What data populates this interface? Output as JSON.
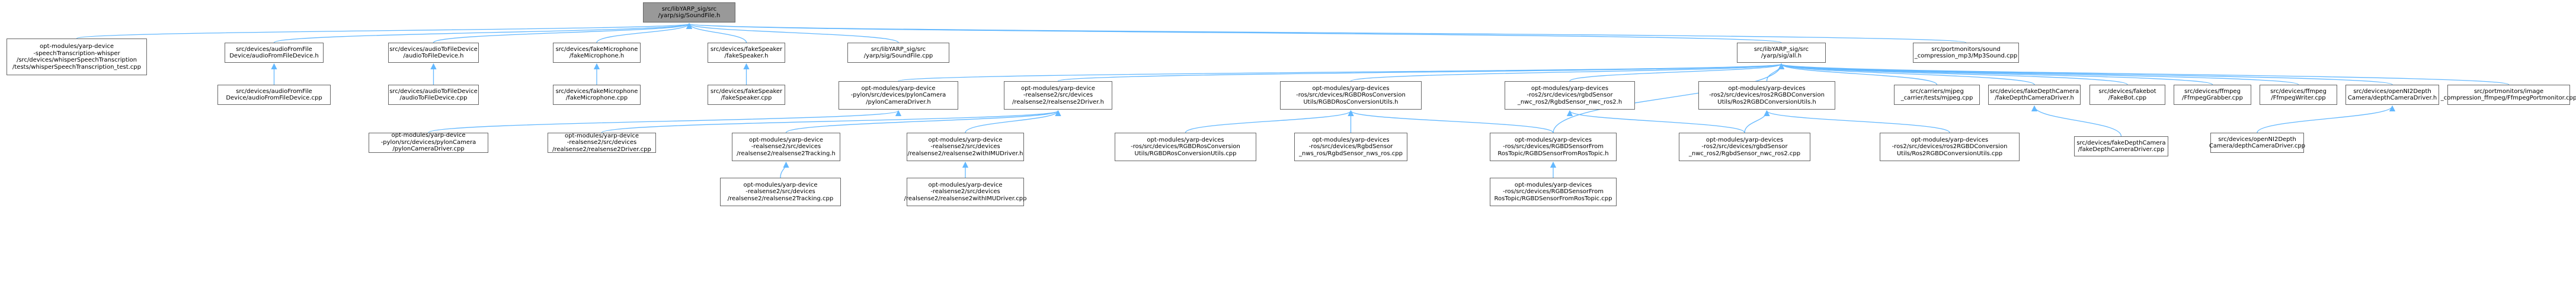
{
  "colors": {
    "edge": "#63b8ff",
    "border": "#666666",
    "root_fill": "#999999",
    "fill": "#ffffff",
    "text": "#000000"
  },
  "nodes": {
    "root": "src/libYARP_sig/src\n/yarp/sig/SoundFile.h",
    "whisper_cpp": "opt-modules/yarp-device\n-speechTranscription-whisper\n/src/devices/whisperSpeechTranscription\n/tests/whisperSpeechTranscription_test.cpp",
    "audioFromFile_h": "src/devices/audioFromFile\nDevice/audioFromFileDevice.h",
    "audioToFile_h": "src/devices/audioToFileDevice\n/audioToFileDevice.h",
    "fakeMic_h": "src/devices/fakeMicrophone\n/fakeMicrophone.h",
    "fakeSpeaker_h": "src/devices/fakeSpeaker\n/fakeSpeaker.h",
    "soundFile_cpp": "src/libYARP_sig/src\n/yarp/sig/SoundFile.cpp",
    "all_h": "src/libYARP_sig/src\n/yarp/sig/all.h",
    "mp3_cpp": "src/portmonitors/sound\n_compression_mp3/Mp3Sound.cpp",
    "audioFromFile_cpp": "src/devices/audioFromFile\nDevice/audioFromFileDevice.cpp",
    "audioToFile_cpp": "src/devices/audioToFileDevice\n/audioToFileDevice.cpp",
    "fakeMic_cpp": "src/devices/fakeMicrophone\n/fakeMicrophone.cpp",
    "fakeSpeaker_cpp": "src/devices/fakeSpeaker\n/fakeSpeaker.cpp",
    "pylon_h": "opt-modules/yarp-device\n-pylon/src/devices/pylonCamera\n/pylonCameraDriver.h",
    "rs2driver_h": "opt-modules/yarp-device\n-realsense2/src/devices\n/realsense2/realsense2Driver.h",
    "rgbdros_h": "opt-modules/yarp-devices\n-ros/src/devices/RGBDRosConversion\nUtils/RGBDRosConversionUtils.h",
    "ros2rgbd_h": "opt-modules/yarp-devices\n-ros2/src/devices/rgbdSensor\n_nwc_ros2/RgbdSensor_nwc_ros2.h",
    "ros2conv_h": "opt-modules/yarp-devices\n-ros2/src/devices/ros2RGBDConversion\nUtils/Ros2RGBDConversionUtils.h",
    "mjpeg_cpp": "src/carriers/mjpeg\n_carrier/tests/mjpeg.cpp",
    "fakeDepth_h": "src/devices/fakeDepthCamera\n/fakeDepthCameraDriver.h",
    "fakebot_h": "src/devices/fakebot\n/FakeBot.cpp",
    "ffgrab_h": "src/devices/ffmpeg\n/FfmpegGrabber.cpp",
    "ffwrite_h": "src/devices/ffmpeg\n/FfmpegWriter.cpp",
    "openni_h": "src/devices/openNI2Depth\nCamera/depthCameraDriver.h",
    "ffmon_cpp": "src/portmonitors/image\n_compression_ffmpeg/FfmpegPortmonitor.cpp",
    "pylon_cpp": "opt-modules/yarp-device\n-pylon/src/devices/pylonCamera\n/pylonCameraDriver.cpp",
    "rs2driver_cpp": "opt-modules/yarp-device\n-realsense2/src/devices\n/realsense2/realsense2Driver.cpp",
    "rs2track_h": "opt-modules/yarp-device\n-realsense2/src/devices\n/realsense2/realsense2Tracking.h",
    "rs2imu_h": "opt-modules/yarp-device\n-realsense2/src/devices\n/realsense2/realsense2withIMUDriver.h",
    "rgbdros_cpp": "opt-modules/yarp-devices\n-ros/src/devices/RGBDRosConversion\nUtils/RGBDRosConversionUtils.cpp",
    "rgbdnwsros_cpp": "opt-modules/yarp-devices\n-ros/src/devices/RgbdSensor\n_nws_ros/RgbdSensor_nws_ros.cpp",
    "rgbdfromros_h": "opt-modules/yarp-devices\n-ros/src/devices/RGBDSensorFrom\nRosTopic/RGBDSensorFromRosTopic.h",
    "ros2rgbd_cpp": "opt-modules/yarp-devices\n-ros2/src/devices/rgbdSensor\n_nwc_ros2/RgbdSensor_nwc_ros2.cpp",
    "ros2conv_cpp": "opt-modules/yarp-devices\n-ros2/src/devices/ros2RGBDConversion\nUtils/Ros2RGBDConversionUtils.cpp",
    "fakeDepth_cpp": "src/devices/fakeDepthCamera\n/fakeDepthCameraDriver.cpp",
    "openni_cpp": "src/devices/openNI2Depth\nCamera/depthCameraDriver.cpp",
    "rs2track_cpp": "opt-modules/yarp-device\n-realsense2/src/devices\n/realsense2/realsense2Tracking.cpp",
    "rs2imu_cpp": "opt-modules/yarp-device\n-realsense2/src/devices\n/realsense2/realsense2withIMUDriver.cpp",
    "rgbdfromros_cpp": "opt-modules/yarp-devices\n-ros/src/devices/RGBDSensorFrom\nRosTopic/RGBDSensorFromRosTopic.cpp"
  },
  "edges": [
    [
      "whisper_cpp",
      "root"
    ],
    [
      "audioFromFile_h",
      "root"
    ],
    [
      "audioToFile_h",
      "root"
    ],
    [
      "fakeMic_h",
      "root"
    ],
    [
      "fakeSpeaker_h",
      "root"
    ],
    [
      "soundFile_cpp",
      "root"
    ],
    [
      "all_h",
      "root"
    ],
    [
      "mp3_cpp",
      "root"
    ],
    [
      "audioFromFile_cpp",
      "audioFromFile_h"
    ],
    [
      "audioToFile_cpp",
      "audioToFile_h"
    ],
    [
      "fakeMic_cpp",
      "fakeMic_h"
    ],
    [
      "fakeSpeaker_cpp",
      "fakeSpeaker_h"
    ],
    [
      "pylon_h",
      "all_h"
    ],
    [
      "rs2driver_h",
      "all_h"
    ],
    [
      "rgbdros_h",
      "all_h"
    ],
    [
      "ros2rgbd_h",
      "all_h"
    ],
    [
      "ros2conv_h",
      "all_h"
    ],
    [
      "mjpeg_cpp",
      "all_h"
    ],
    [
      "fakeDepth_h",
      "all_h"
    ],
    [
      "fakebot_h",
      "all_h"
    ],
    [
      "ffgrab_h",
      "all_h"
    ],
    [
      "ffwrite_h",
      "all_h"
    ],
    [
      "openni_h",
      "all_h"
    ],
    [
      "ffmon_cpp",
      "all_h"
    ],
    [
      "rgbdfromros_h",
      "all_h"
    ],
    [
      "pylon_cpp",
      "pylon_h"
    ],
    [
      "rs2driver_cpp",
      "rs2driver_h"
    ],
    [
      "rs2track_h",
      "rs2driver_h"
    ],
    [
      "rs2imu_h",
      "rs2driver_h"
    ],
    [
      "rgbdros_cpp",
      "rgbdros_h"
    ],
    [
      "rgbdnwsros_cpp",
      "rgbdros_h"
    ],
    [
      "rgbdfromros_h",
      "rgbdros_h"
    ],
    [
      "ros2rgbd_cpp",
      "ros2rgbd_h"
    ],
    [
      "ros2conv_cpp",
      "ros2conv_h"
    ],
    [
      "ros2rgbd_cpp",
      "ros2conv_h"
    ],
    [
      "fakeDepth_cpp",
      "fakeDepth_h"
    ],
    [
      "openni_cpp",
      "openni_h"
    ],
    [
      "rs2track_cpp",
      "rs2track_h"
    ],
    [
      "rs2imu_cpp",
      "rs2imu_h"
    ],
    [
      "rgbdfromros_cpp",
      "rgbdfromros_h"
    ]
  ]
}
